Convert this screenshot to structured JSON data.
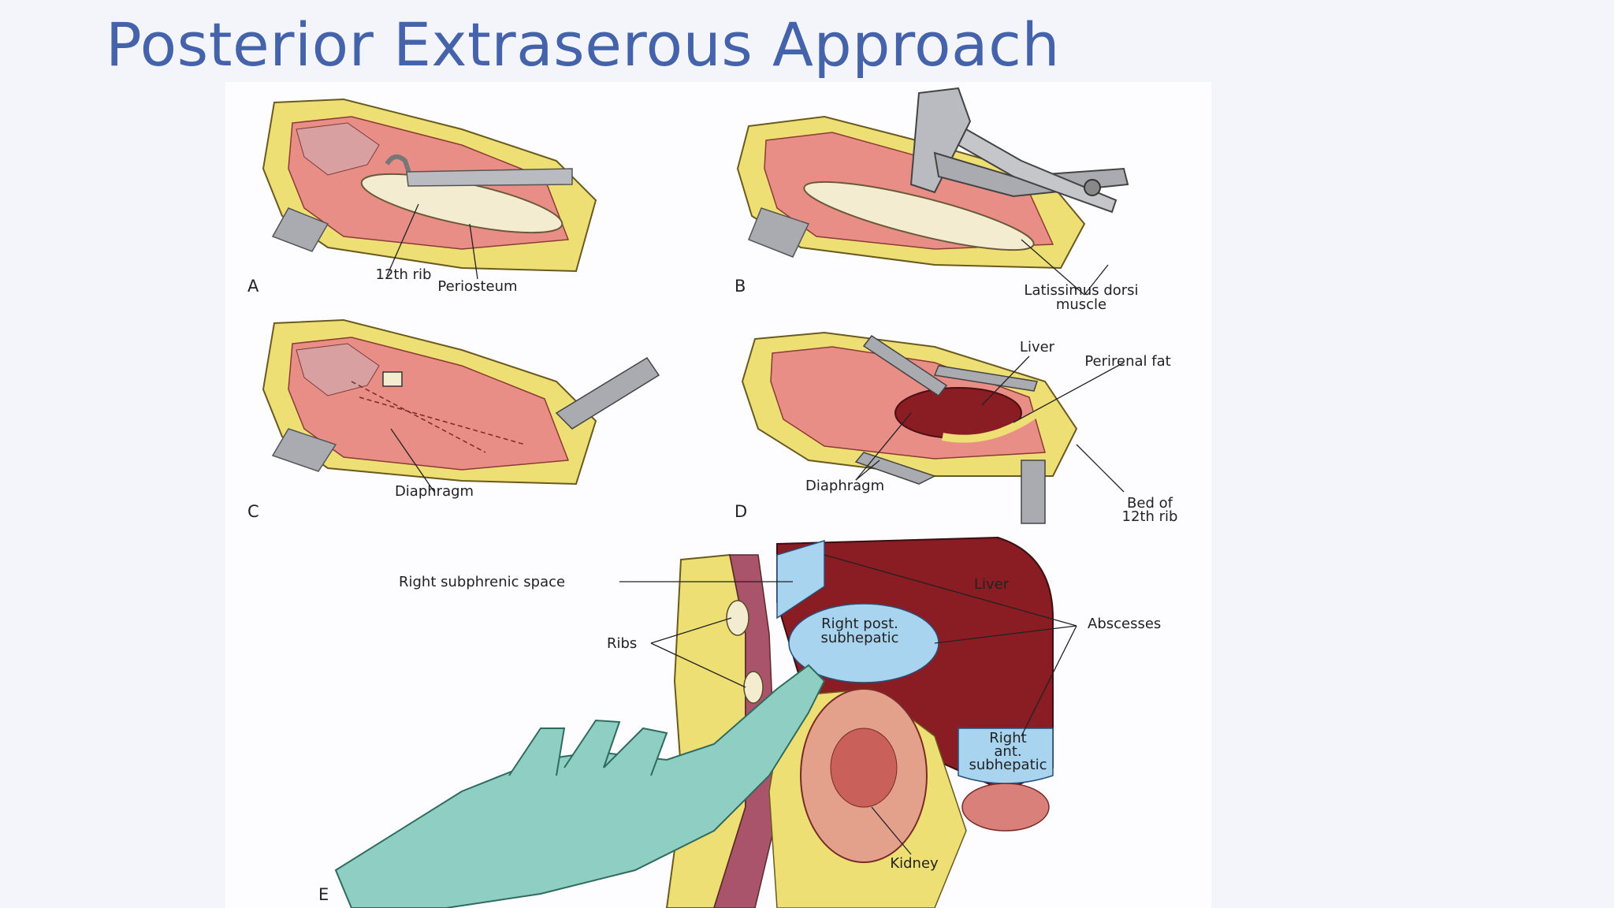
{
  "slide": {
    "title": "Posterior Extraserous Approach"
  },
  "figure": {
    "panel_a": {
      "letter": "A",
      "rib": "12th rib",
      "periosteum": "Periosteum"
    },
    "panel_b": {
      "letter": "B",
      "muscle_line1": "Latissimus dorsi",
      "muscle_line2": "muscle"
    },
    "panel_c": {
      "letter": "C",
      "diaphragm": "Diaphragm"
    },
    "panel_d": {
      "letter": "D",
      "liver": "Liver",
      "perirenal_fat": "Perirenal fat",
      "diaphragm": "Diaphragm",
      "bed_line1": "Bed of",
      "bed_line2": "12th rib"
    },
    "panel_e": {
      "letter": "E",
      "subphrenic": "Right subphrenic space",
      "ribs": "Ribs",
      "liver": "Liver",
      "abscesses": "Abscesses",
      "post_line1": "Right post.",
      "post_line2": "subhepatic",
      "ant_line1": "Right",
      "ant_line2": "ant.",
      "ant_line3": "subhepatic",
      "kidney": "Kidney"
    }
  },
  "colors": {
    "title": "#4463aa",
    "fat": "#eedf74",
    "muscle": "#e98e86",
    "liver": "#8a1c23",
    "abscess": "#a9d4ef",
    "glove": "#8fcfc3",
    "retractor": "#a9abb0"
  }
}
